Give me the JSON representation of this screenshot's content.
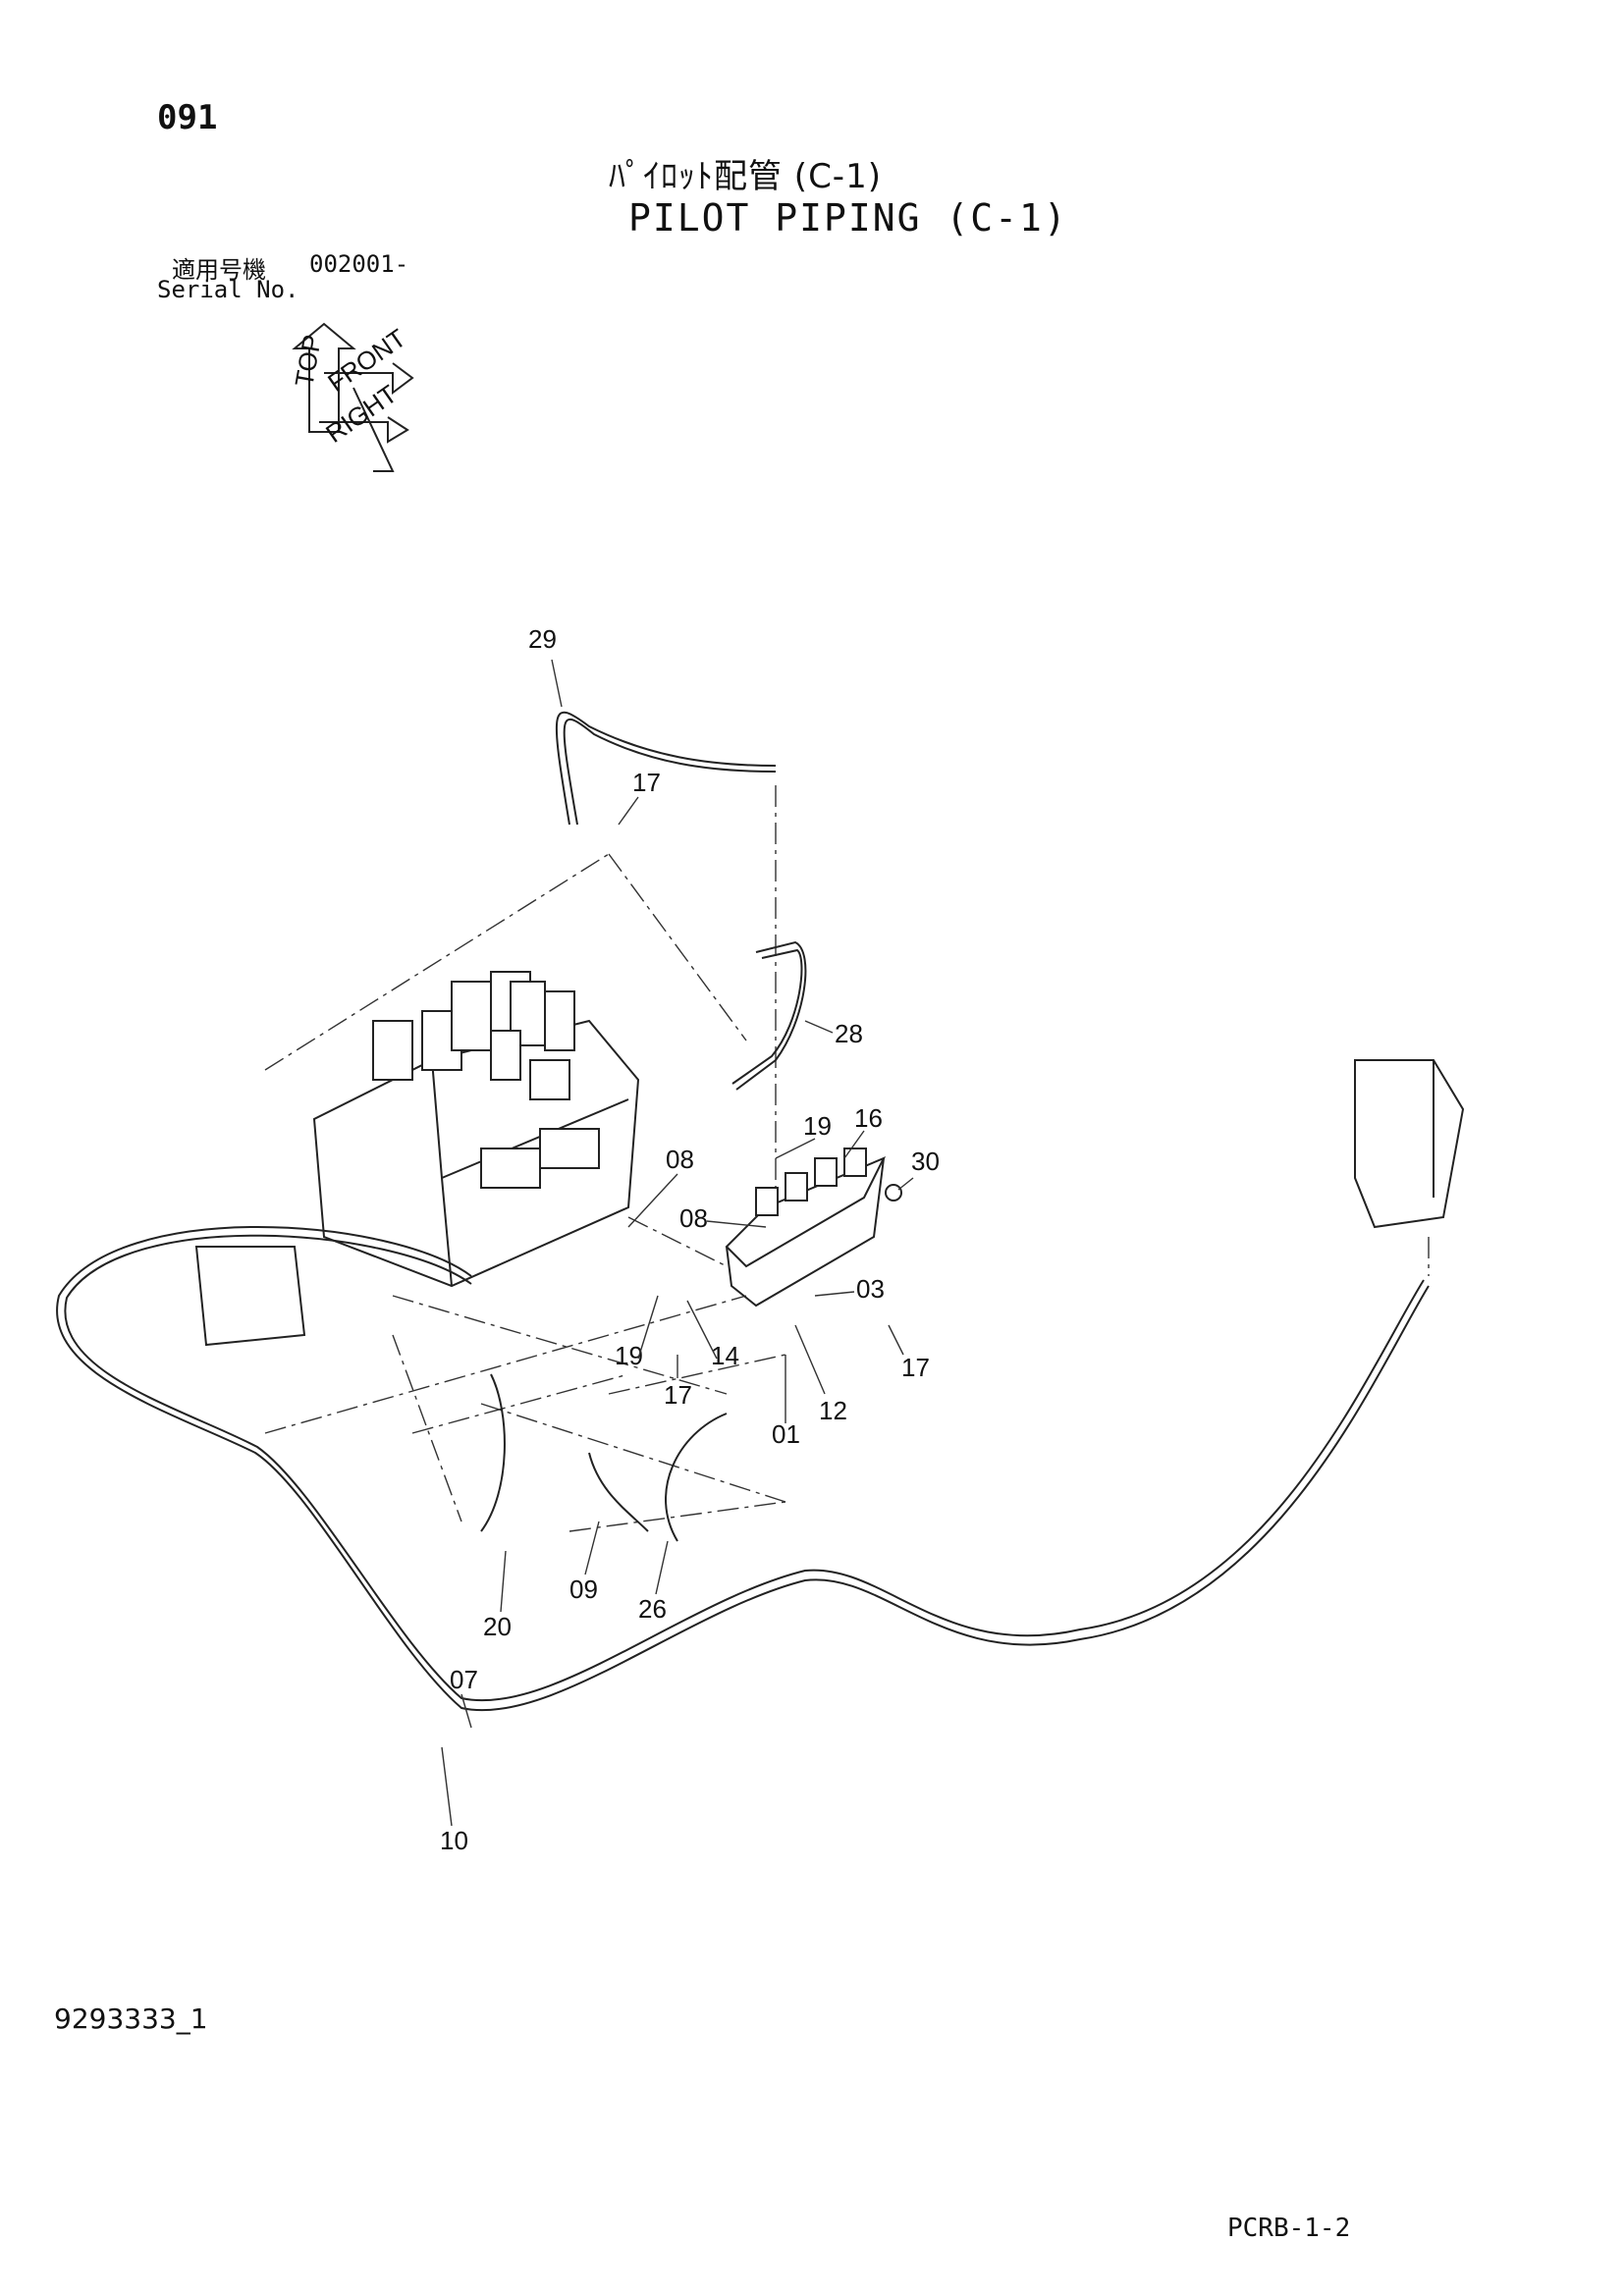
{
  "header": {
    "page_number": "091",
    "title_jp": "ﾊﾟｲﾛｯﾄ配管 (C-1)",
    "title_en": "PILOT PIPING (C-1)",
    "serial_label_jp": "適用号機",
    "serial_value": "002001-",
    "serial_label_en": "Serial No."
  },
  "orientation_icon": {
    "labels": [
      "TOP",
      "FRONT",
      "RIGHT"
    ]
  },
  "part_labels": [
    "29",
    "17",
    "28",
    "19",
    "16",
    "30",
    "08",
    "08",
    "03",
    "19",
    "14",
    "17",
    "12",
    "17",
    "01",
    "09",
    "26",
    "20",
    "07",
    "10"
  ],
  "footer": {
    "drawing_number": "9293333_1",
    "page_ref": "PCRB-1-2"
  }
}
